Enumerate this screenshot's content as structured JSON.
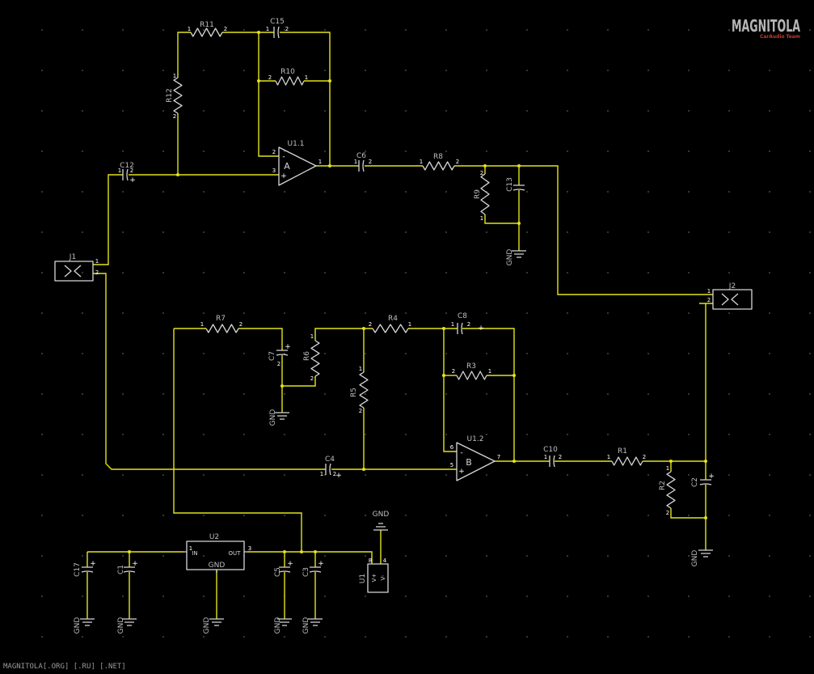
{
  "logo": {
    "title": "MAGNITOLA",
    "subtitle": "CarAudio Team"
  },
  "footer": "MAGNITOLA[.ORG] [.RU] [.NET]",
  "components": {
    "R11": "R11",
    "C15": "C15",
    "R10": "R10",
    "R12": "R12",
    "U1_1": "U1.1",
    "unit_a": "A",
    "C6": "C6",
    "R8": "R8",
    "R9": "R9",
    "C13": "C13",
    "C12": "C12",
    "J1": "J1",
    "J2": "J2",
    "R7": "R7",
    "C7": "C7",
    "R6": "R6",
    "R4": "R4",
    "C8": "C8",
    "R3": "R3",
    "R5": "R5",
    "U1_2": "U1.2",
    "unit_b": "B",
    "C4": "C4",
    "C10": "C10",
    "R1": "R1",
    "R2": "R2",
    "C2": "C2",
    "U2": "U2",
    "C17": "C17",
    "C1": "C1",
    "C5": "C5",
    "C3": "C3",
    "U1": "U1"
  },
  "regulator_pins": {
    "in": "IN",
    "out": "OUT"
  },
  "power_pins": {
    "vplus": "V+",
    "vminus": "V-"
  },
  "ground_label": "GND",
  "opamp_inputs": {
    "inverting": "-",
    "non_inverting": "+"
  },
  "pins": {
    "p1": "1",
    "p2": "2",
    "p3": "3",
    "p4": "4",
    "p5": "5",
    "p6": "6",
    "p7": "7",
    "p8": "8",
    "plus": "+"
  },
  "colors": {
    "background": "#000000",
    "wire": "#e3e31c",
    "component": "#d6d6d6",
    "label": "#bfbfbf",
    "grid": "#5c5c5c",
    "logo_accent": "#c0392b"
  }
}
